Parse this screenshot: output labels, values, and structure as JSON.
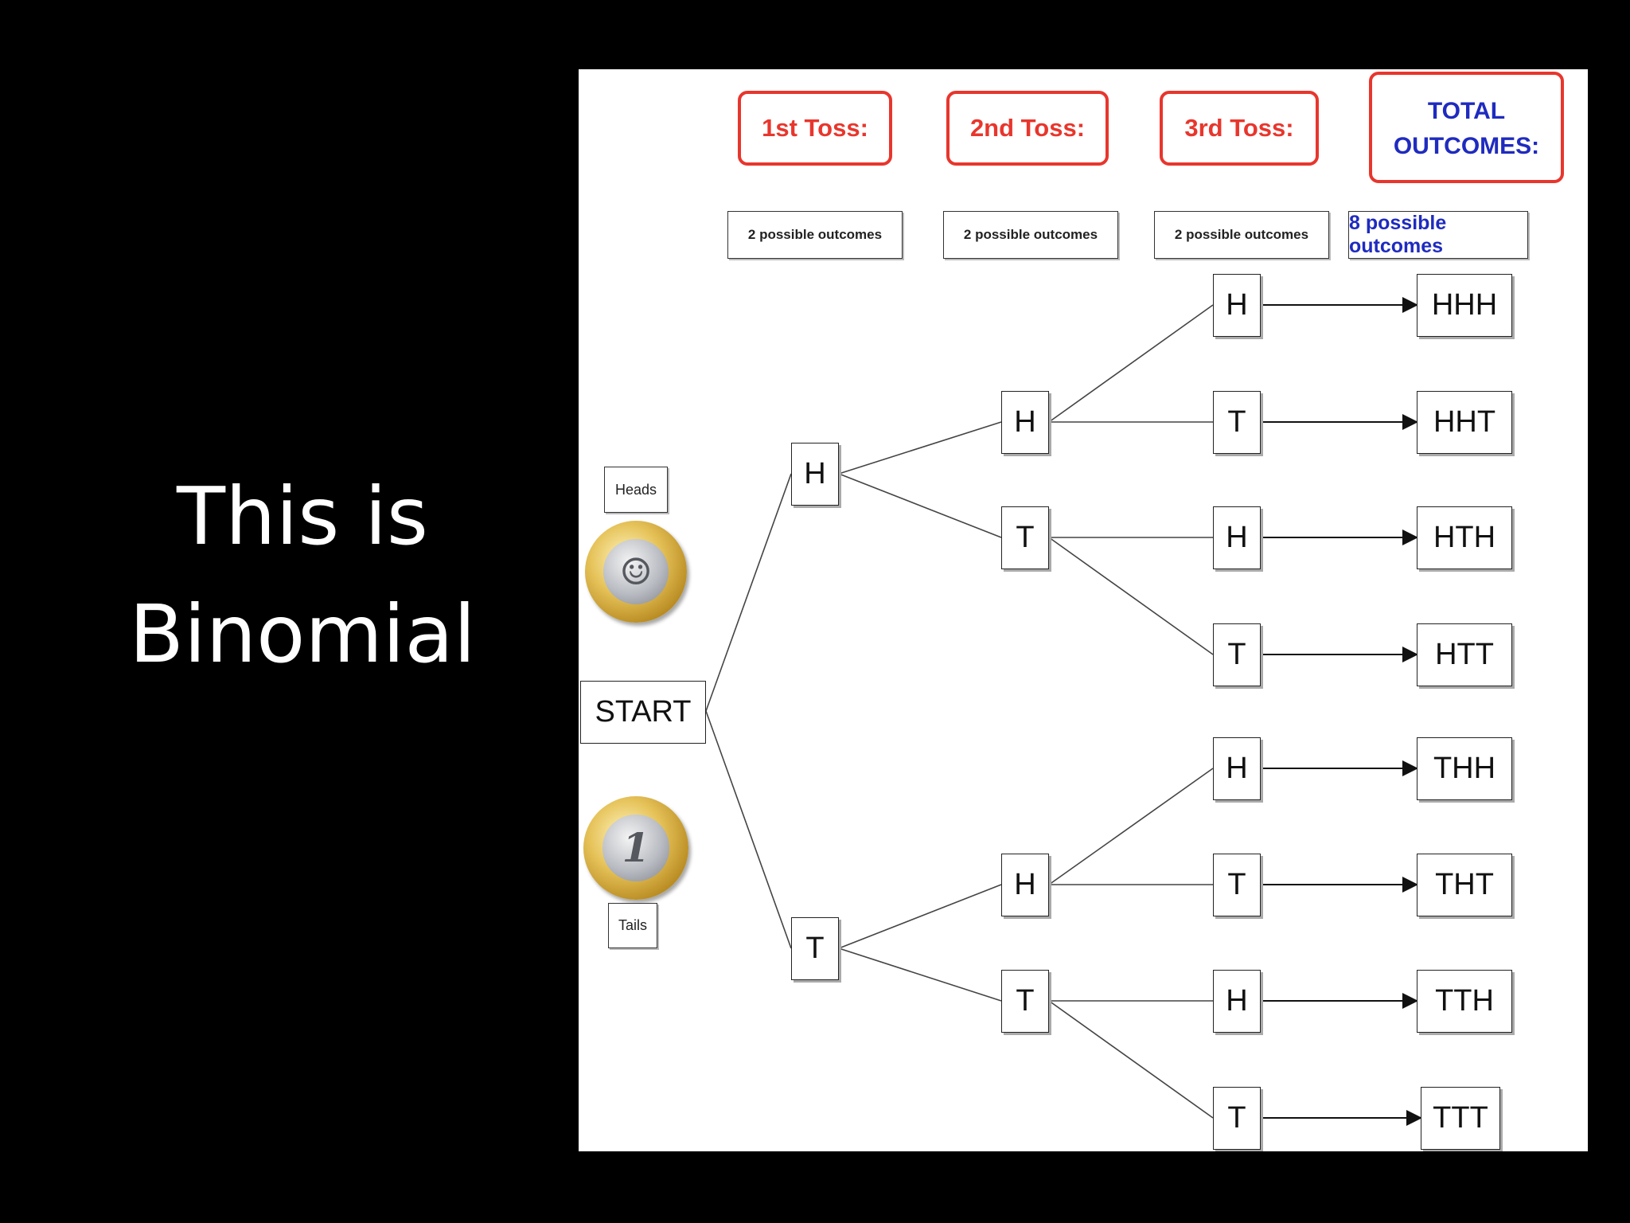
{
  "slide": {
    "title_line1": "This is",
    "title_line2": "Binomial"
  },
  "headers": {
    "toss1": "1st Toss:",
    "toss2": "2nd Toss:",
    "toss3": "3rd Toss:",
    "total_line1": "TOTAL",
    "total_line2": "OUTCOMES:"
  },
  "counts": {
    "toss1": "2 possible outcomes",
    "toss2": "2 possible outcomes",
    "toss3": "2 possible outcomes",
    "total": "8 possible outcomes"
  },
  "coin_labels": {
    "heads": "Heads",
    "tails": "Tails"
  },
  "coins": {
    "heads_glyph": "☺",
    "tails_glyph": "1"
  },
  "tree": {
    "start": "START",
    "level1": [
      "H",
      "T"
    ],
    "level2": [
      "H",
      "T",
      "H",
      "T"
    ],
    "level3": [
      "H",
      "T",
      "H",
      "T",
      "H",
      "T",
      "H",
      "T"
    ],
    "outcomes": [
      "HHH",
      "HHT",
      "HTH",
      "HTT",
      "THH",
      "THT",
      "TTH",
      "TTT"
    ]
  },
  "colors": {
    "header_red": "#e8362d",
    "total_blue": "#1f2bbf",
    "background": "#000000",
    "panel": "#ffffff"
  }
}
